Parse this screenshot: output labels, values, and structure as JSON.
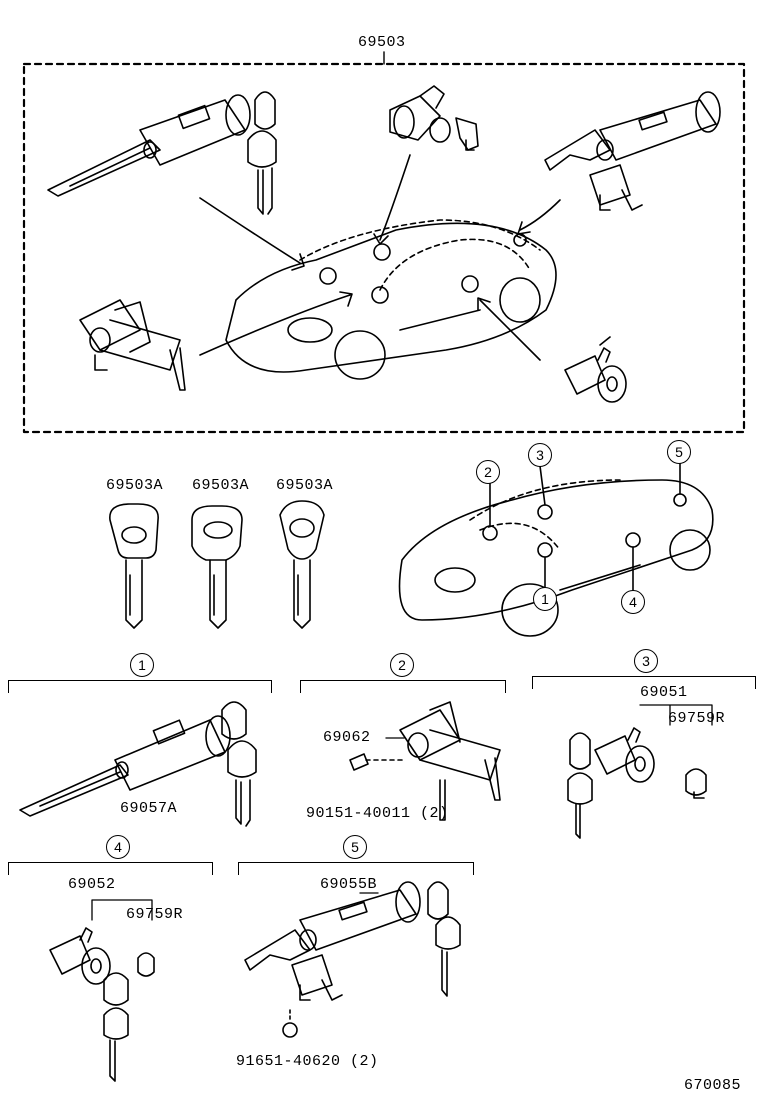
{
  "assembly": {
    "part_number": "69503"
  },
  "keys": {
    "labels": [
      "69503A",
      "69503A",
      "69503A"
    ]
  },
  "locator": {
    "markers": [
      "1",
      "2",
      "3",
      "4",
      "5"
    ]
  },
  "groups": [
    {
      "index": "1",
      "parts": [
        "69057A"
      ]
    },
    {
      "index": "2",
      "parts": [
        "69062",
        "90151-40011 (2)"
      ]
    },
    {
      "index": "3",
      "parts": [
        "69051",
        "69759R"
      ]
    },
    {
      "index": "4",
      "parts": [
        "69052",
        "69759R"
      ]
    },
    {
      "index": "5",
      "parts": [
        "69055B",
        "91651-40620 (2)"
      ]
    }
  ],
  "diagram_id": "670085"
}
